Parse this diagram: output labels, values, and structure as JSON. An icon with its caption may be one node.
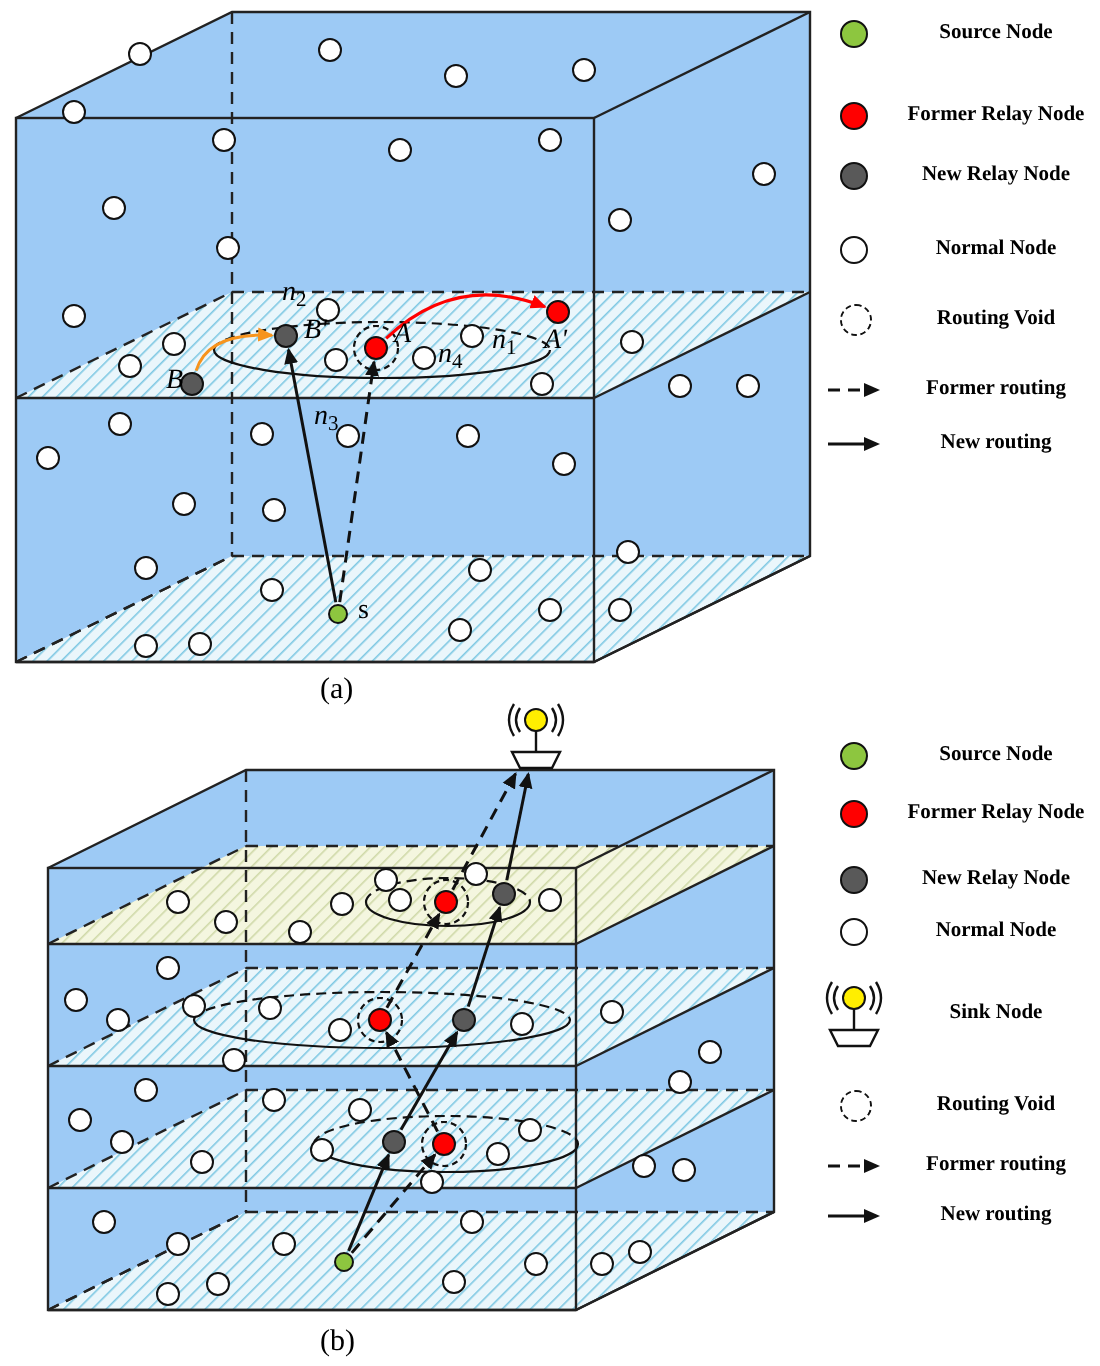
{
  "diagram": {
    "nodes": [
      {
        "text": [],
        "shape": "circle",
        "beside": [
          "s"
        ]
      },
      {
        "text": [],
        "shape": "circle",
        "beside": [
          "B"
        ]
      },
      {
        "text": [],
        "shape": "circle",
        "beside": [
          "B'"
        ]
      },
      {
        "text": [],
        "shape": "circle",
        "beside": [
          "A"
        ]
      },
      {
        "text": [],
        "shape": "circle",
        "beside": [
          "A'"
        ]
      },
      {
        "text": [],
        "shape": "circle"
      },
      {
        "text": [],
        "shape": "circle"
      },
      {
        "text": [],
        "shape": "circle"
      },
      {
        "text": [],
        "shape": "circle"
      },
      {
        "text": [],
        "shape": "circle"
      },
      {
        "text": [],
        "shape": "circle"
      },
      {
        "text": [],
        "shape": "circle"
      },
      {
        "text": [],
        "shape": "antenna"
      }
    ],
    "edges": [
      {
        "from": 0,
        "to": 2,
        "arrow": "to"
      },
      {
        "from": 0,
        "to": 3,
        "arrow": "to",
        "style": "dashed"
      },
      {
        "from": 3,
        "to": 4,
        "arrow": "to",
        "color": "#ff0000"
      },
      {
        "from": 1,
        "to": 2,
        "arrow": "to",
        "color": "#f7941d"
      },
      {
        "from": 5,
        "to": 6,
        "arrow": "to"
      },
      {
        "from": 6,
        "to": 9,
        "arrow": "to"
      },
      {
        "from": 9,
        "to": 11,
        "arrow": "to"
      },
      {
        "from": 11,
        "to": 12,
        "arrow": "to"
      },
      {
        "from": 5,
        "to": 7,
        "arrow": "to",
        "style": "dashed"
      },
      {
        "from": 7,
        "to": 8,
        "arrow": "to",
        "style": "dashed"
      },
      {
        "from": 8,
        "to": 10,
        "arrow": "to",
        "style": "dashed"
      },
      {
        "from": 10,
        "to": 12,
        "arrow": "to",
        "style": "dashed"
      }
    ],
    "labels": [
      "*n*$_{2}$",
      "*n*$_{1}$",
      "*n*$_{4}$",
      "*n*$_{3}$",
      "(a)",
      "(b)"
    ],
    "legend": [
      {
        "text": "Source Node",
        "color": "#8dc63f"
      },
      {
        "text": "Former Relay Node",
        "color": "#ff0000"
      },
      {
        "text": "New Relay Node",
        "color": "#595959"
      },
      {
        "text": "Normal Node"
      },
      {
        "text": "Routing Void"
      },
      {
        "text": "Former routing"
      },
      {
        "text": "New routing"
      },
      {
        "text": "Source Node",
        "color": "#8dc63f"
      },
      {
        "text": "Former Relay Node",
        "color": "#ff0000"
      },
      {
        "text": "New Relay Node",
        "color": "#595959"
      },
      {
        "text": "Normal Node"
      },
      {
        "text": "Sink Node"
      },
      {
        "text": "Routing Void"
      },
      {
        "text": "Former routing"
      },
      {
        "text": "New routing"
      }
    ]
  }
}
